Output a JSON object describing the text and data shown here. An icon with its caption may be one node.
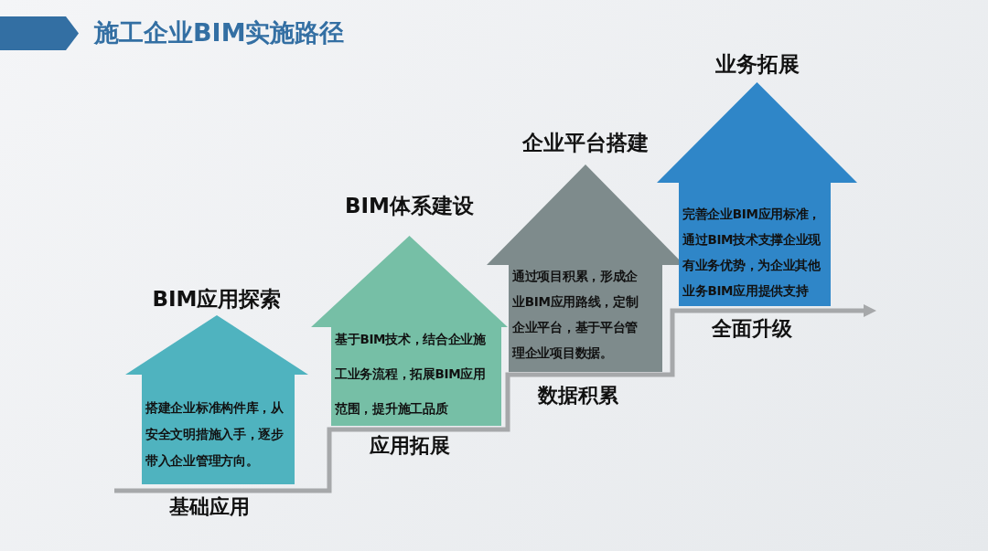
{
  "diagram": {
    "title": "施工企业BIM实施路径",
    "nodes": [
      {
        "text": [
          "BIM应用探索",
          "搭建企业标准构件库，从安全文明措施入手，逐步带入企业管理方向。"
        ],
        "beside": [
          "基础应用"
        ]
      },
      {
        "text": [
          "BIM体系建设",
          "基于BIM技术，结合企业施工业务流程，拓展BIM应用范围，提升施工品质"
        ],
        "beside": [
          "应用拓展"
        ]
      },
      {
        "text": [
          "企业平台搭建",
          "通过项目积累，形成企业BIM应用路线，定制企业平台，基于平台管理企业项目数据。"
        ],
        "beside": [
          "数据积累"
        ]
      },
      {
        "text": [
          "业务拓展",
          "完善企业BIM应用标准，通过BIM技术支撑企业现有业务优势，为企业其他业务BIM应用提供支持"
        ],
        "beside": [
          "全面升级"
        ]
      }
    ]
  }
}
